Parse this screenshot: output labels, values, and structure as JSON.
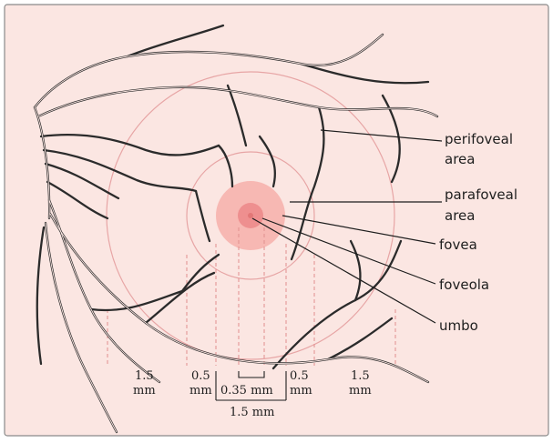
{
  "labels": {
    "perifoveal_line1": "perifoveal",
    "perifoveal_line2": "area",
    "parafoveal_line1": "parafoveal",
    "parafoveal_line2": "area",
    "fovea": "fovea",
    "foveola": "foveola",
    "umbo": "umbo"
  },
  "scale": {
    "left_outer_value": "1.5",
    "left_outer_unit": "mm",
    "left_inner_value": "0.5",
    "left_inner_unit": "mm",
    "center": "0.35 mm",
    "right_inner_value": "0.5",
    "right_inner_unit": "mm",
    "right_outer_value": "1.5",
    "right_outer_unit": "mm",
    "bottom": "1.5 mm"
  },
  "colors": {
    "background": "#fbe6e2",
    "ring": "#e7a5a5",
    "fovea_fill": "#f6b3ae",
    "foveola_fill": "#ee8f8f",
    "vessel": "#2b2b2b"
  }
}
